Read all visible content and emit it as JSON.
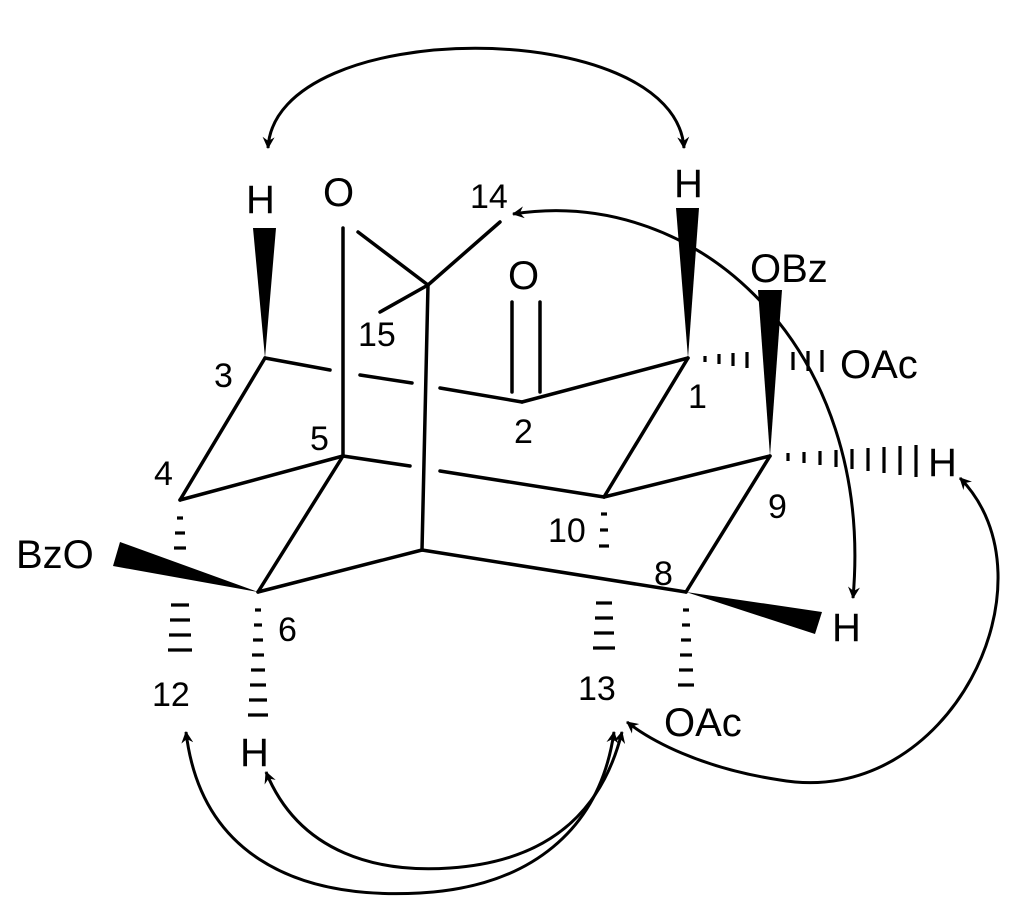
{
  "colors": {
    "ink": "#000000",
    "background": "#ffffff"
  },
  "atoms": {
    "h_3": "H",
    "o_bridge": "O",
    "h_1": "H",
    "o_ketone": "O",
    "obz_top": "OBz",
    "oac_1": "OAc",
    "h_9": "H",
    "bzo_4": "BzO",
    "h_8": "H",
    "h_6": "H",
    "oac_8": "OAc"
  },
  "locants": {
    "c14": "14",
    "c15": "15",
    "c3": "3",
    "c1": "1",
    "c2": "2",
    "c4": "4",
    "c5": "5",
    "c9": "9",
    "c10": "10",
    "c8": "8",
    "c6": "6",
    "c12": "12",
    "c13": "13"
  },
  "noe_correlations": [
    "H-3 / H-1",
    "H-14 / H-8",
    "H-9 / H-13",
    "H-12 / H-13",
    "H-6 / H-13"
  ]
}
